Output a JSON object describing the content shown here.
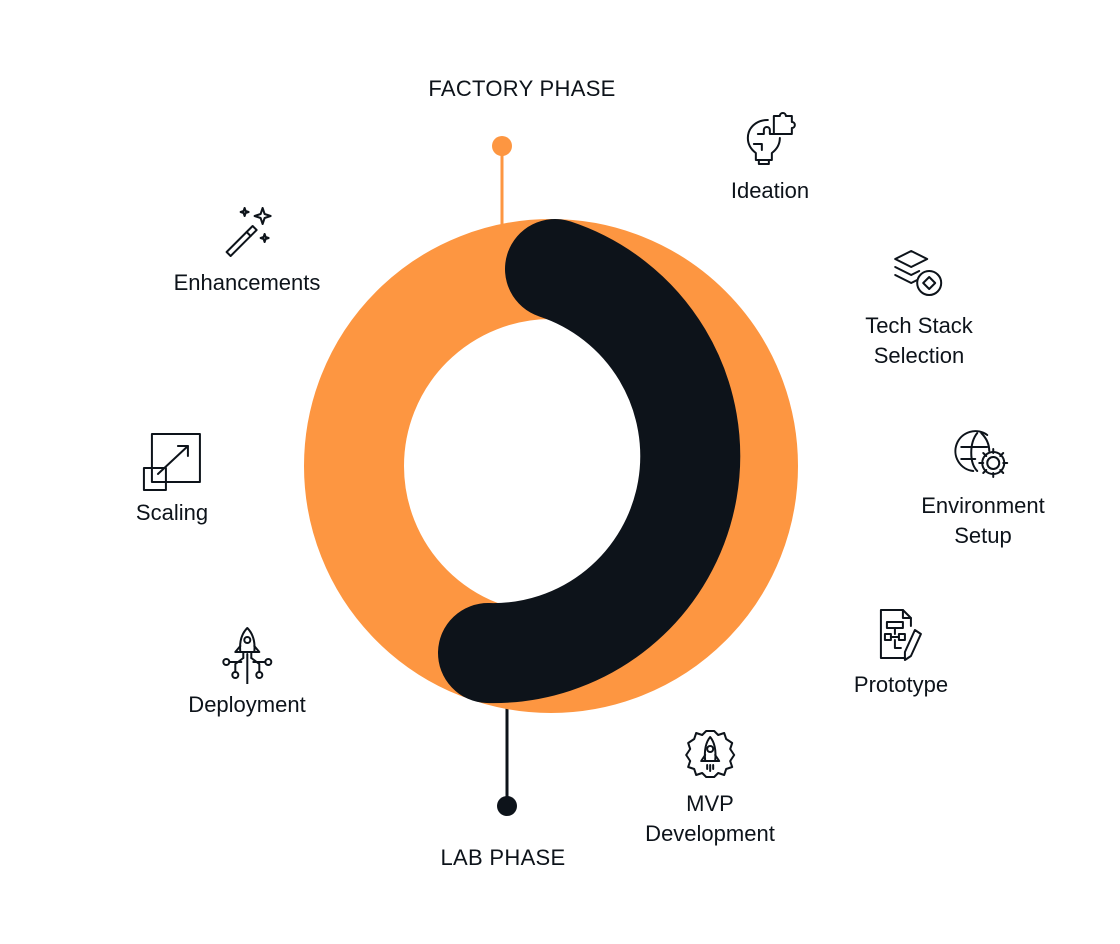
{
  "colors": {
    "factory": "#fd9641",
    "lab": "#0d131a",
    "text": "#0d131a"
  },
  "phases": {
    "factory": "FACTORY PHASE",
    "lab": "LAB PHASE"
  },
  "steps": {
    "ideation": {
      "label": "Ideation",
      "icon": "lightbulb-puzzle-icon"
    },
    "tech_stack": {
      "label": "Tech Stack\nSelection",
      "icon": "layers-icon"
    },
    "environment": {
      "label": "Environment\nSetup",
      "icon": "globe-gear-icon"
    },
    "prototype": {
      "label": "Prototype",
      "icon": "document-flowchart-icon"
    },
    "mvp": {
      "label": "MVP\nDevelopment",
      "icon": "rocket-gear-icon"
    },
    "deployment": {
      "label": "Deployment",
      "icon": "rocket-circuit-icon"
    },
    "scaling": {
      "label": "Scaling",
      "icon": "resize-icon"
    },
    "enhancements": {
      "label": "Enhancements",
      "icon": "magic-wand-icon"
    }
  }
}
